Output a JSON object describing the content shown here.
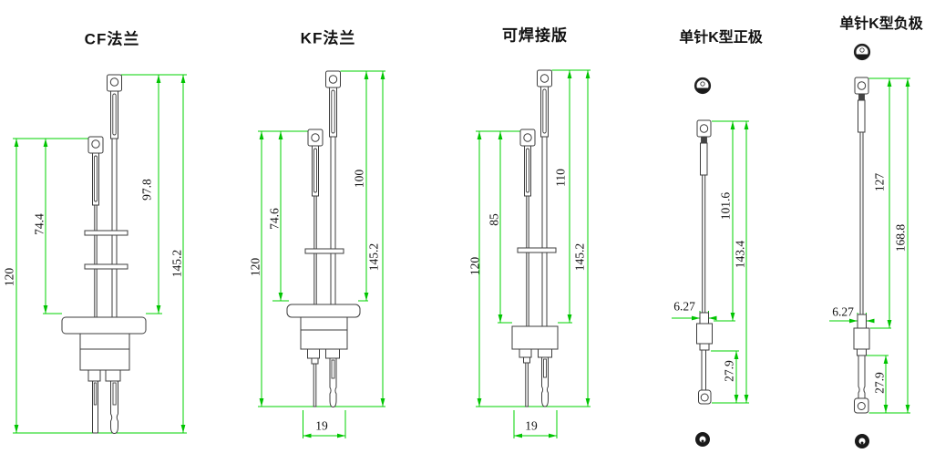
{
  "drawing": {
    "background": "#ffffff",
    "dimension_color": "#00d300",
    "outline_color": "#3d3d3d",
    "text_color": "#111111"
  },
  "figures": [
    {
      "id": "cf-flange",
      "title": "CF法兰",
      "dimensions": {
        "overall_left": "120",
        "pin_short": "74.4",
        "pin_long": "97.8",
        "overall_right": "145.2"
      }
    },
    {
      "id": "kf-flange",
      "title": "KF法兰",
      "dimensions": {
        "overall_left": "120",
        "pin_short": "74.6",
        "pin_long": "100",
        "overall_right": "145.2",
        "bottom_width": "19"
      }
    },
    {
      "id": "weldable-version",
      "title": "可焊接版",
      "dimensions": {
        "overall_left": "120",
        "pin_short": "85",
        "pin_long": "110",
        "overall_right": "145.2",
        "bottom_width": "19"
      }
    },
    {
      "id": "single-pin-k-positive",
      "title": "单针K型正极",
      "dimensions": {
        "wire_dia": "6.27",
        "upper_length": "101.6",
        "overall": "143.4",
        "lower_length": "27.9"
      }
    },
    {
      "id": "single-pin-k-negative",
      "title": "单针K型负极",
      "dimensions": {
        "wire_dia": "6.27",
        "upper_length": "127",
        "overall": "168.8",
        "lower_length": "27.9"
      }
    }
  ]
}
